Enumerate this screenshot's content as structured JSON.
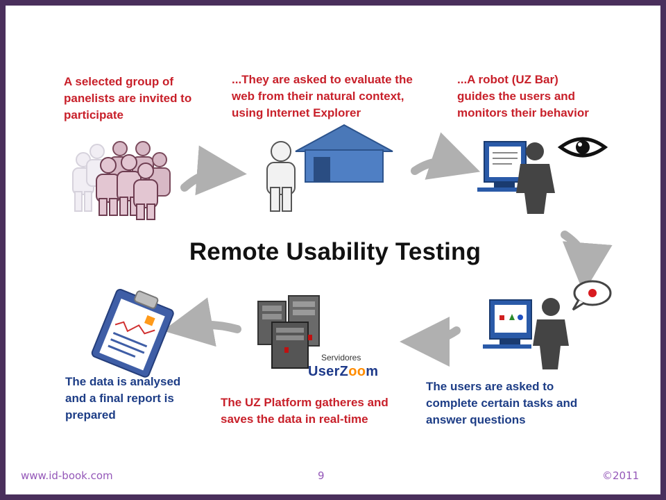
{
  "diagram": {
    "title": "Remote Usability Testing",
    "steps": [
      {
        "text": "A selected group of\npanelists are invited to\nparticipate",
        "color": "#c8202a"
      },
      {
        "text": "...They are asked to evaluate the\nweb from their natural context,\nusing Internet Explorer",
        "color": "#c8202a"
      },
      {
        "text": "...A robot (UZ Bar)\nguides the users and\nmonitors their behavior",
        "color": "#c8202a"
      },
      {
        "text": "The users are asked to\ncomplete certain tasks and\nanswer questions",
        "color": "#1d3d86"
      },
      {
        "text": "The UZ Platform gatheres and\nsaves the data in real-time",
        "color": "#c8202a"
      },
      {
        "text": "The data is analysed\nand a final report is\nprepared",
        "color": "#1d3d86"
      }
    ],
    "brand": {
      "subtitle": "Servidores",
      "name_part1": "UserZ",
      "name_accent": "oo",
      "name_part2": "m"
    }
  },
  "footer": {
    "url": "www.id-book.com",
    "page": "9",
    "copyright": "©2011"
  },
  "colors": {
    "frame": "#4a2f5c",
    "footer_text": "#9457b8",
    "arrow": "#b0b0b0"
  },
  "icons": [
    "people-group-icon",
    "person-icon",
    "house-icon",
    "computer-user-icon",
    "eye-icon",
    "record-bubble-icon",
    "server-icon",
    "clipboard-report-icon"
  ]
}
